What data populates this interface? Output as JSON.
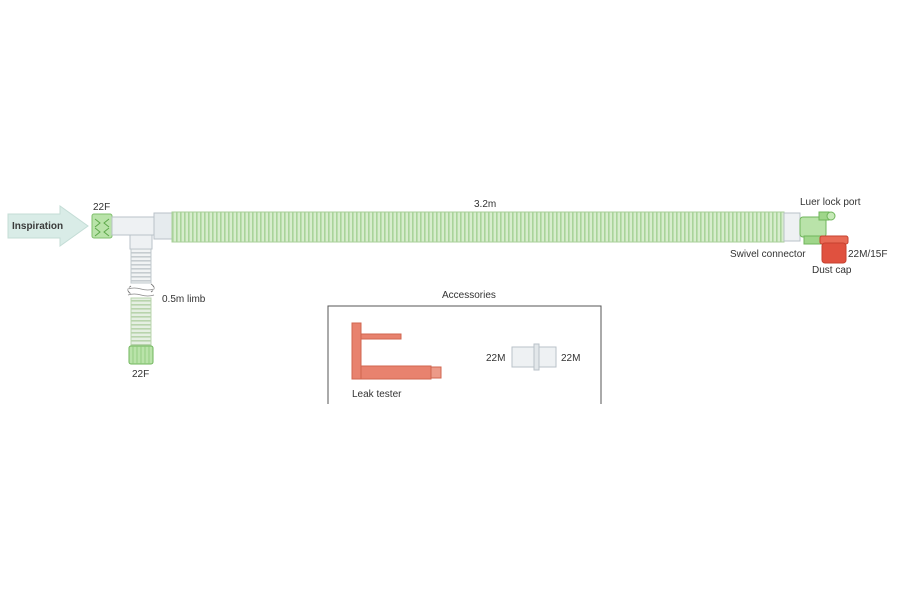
{
  "colors": {
    "tube_green": "#cfe8c4",
    "tube_rib": "#9fce8e",
    "connector_green": "#8fd27a",
    "clear_plastic": "#eef1f3",
    "clear_outline": "#b9c2c8",
    "leak_tester": "#e8826e",
    "dust_cap": "#e0513f",
    "arrow_fill": "#d9ece7",
    "text": "#333333",
    "box_stroke": "#555555"
  },
  "labels": {
    "inspiration": "Inspiration",
    "port_22f_main": "22F",
    "length_main": "3.2m",
    "limb_length": "0.5m limb",
    "port_22f_limb": "22F",
    "luer_lock_port": "Luer lock port",
    "swivel_connector": "Swivel connector",
    "port_22m_15f": "22M/15F",
    "dust_cap": "Dust cap",
    "accessories": "Accessories",
    "leak_tester": "Leak tester",
    "adapter_left": "22M",
    "adapter_right": "22M"
  }
}
